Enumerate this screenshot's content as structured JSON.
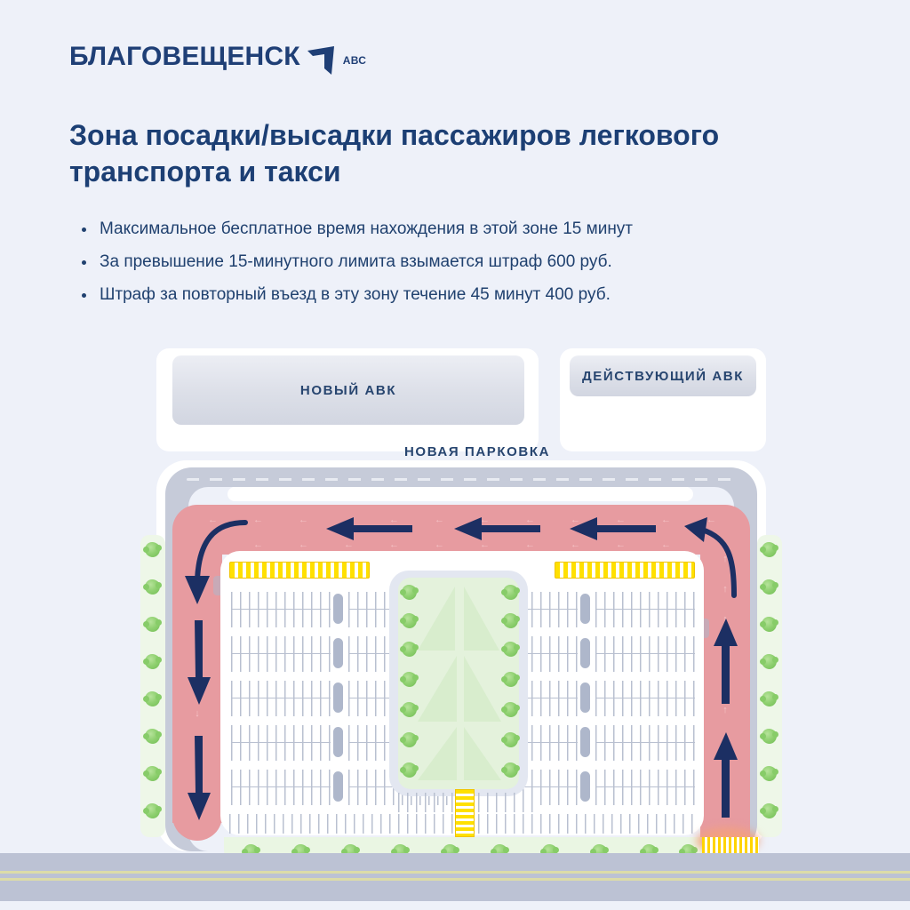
{
  "brand": {
    "wordmark": "БЛАГОВЕЩЕНСК",
    "abbr": "АВС",
    "logo_icon": "chevron-arrow-logo-icon",
    "color": "#1f3f76"
  },
  "headline": "Зона посадки/высадки пассажиров легкового транспорта и такси",
  "bullets": [
    "Максимальное бесплатное время нахождения в этой зоне 15 минут",
    "За превышение 15-минутного лимита взымается штраф 600 руб.",
    "Штраф за повторный въезд в эту зону течение 45 минут 400 руб."
  ],
  "map": {
    "buildings": [
      {
        "label": "НОВЫЙ АВК"
      },
      {
        "label": "ДЕЙСТВУЮЩИЙ АВК"
      }
    ],
    "parking_label": "НОВАЯ ПАРКОВКА",
    "bus_stop_icon": "bus-stop-sign-icon",
    "legend_colors": {
      "dropoff_lane": "#e79ba0",
      "crosswalk": "#ffe000",
      "green_island": "#e4f2dc",
      "road": "#bcc2d4",
      "arrow": "#1c2f63"
    },
    "arrow_directions": {
      "top": "left",
      "left": "down",
      "right": "up"
    }
  },
  "theme": {
    "background": "#eef1f9",
    "text": "#20416f"
  }
}
